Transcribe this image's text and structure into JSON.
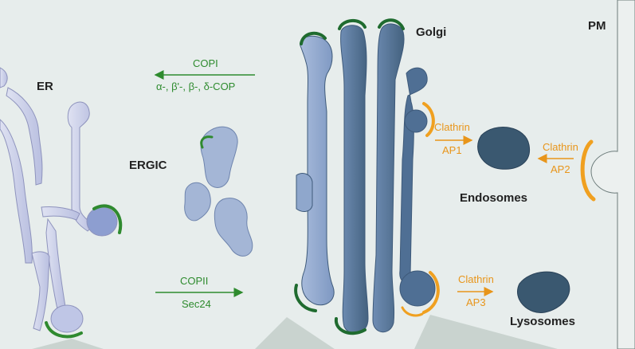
{
  "labels": {
    "er": "ER",
    "ergic": "ERGIC",
    "golgi": "Golgi",
    "pm": "PM",
    "endosomes": "Endosomes",
    "lysosomes": "Lysosomes"
  },
  "arrows": {
    "copi": {
      "label": "COPI",
      "sublabel": "α-, β'-, β-, δ-COP"
    },
    "copii": {
      "label": "COPII",
      "sublabel": "Sec24"
    },
    "ap1": {
      "label": "Clathrin",
      "sublabel": "AP1"
    },
    "ap2": {
      "label": "Clathrin",
      "sublabel": "AP2"
    },
    "ap3": {
      "label": "Clathrin",
      "sublabel": "AP3"
    }
  },
  "colors": {
    "background": "#e7edec",
    "er": "#c5c9e6",
    "ergic": "#a4b6d6",
    "golgi_light": "#8fa7cc",
    "golgi_dark": "#4f6f94",
    "organelle": "#3a5870",
    "copi_coat": "#2f8a2f",
    "clathrin_coat": "#f0a020",
    "cytosol_shade": "#c9d3cf"
  }
}
